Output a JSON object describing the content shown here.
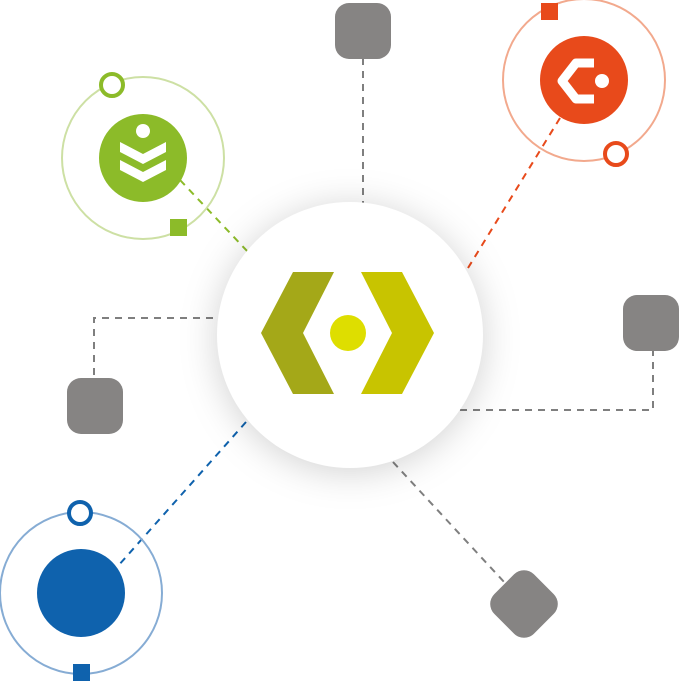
{
  "colors": {
    "background": "#ffffff",
    "connector_gray": "#7f7f7f",
    "node_gray": "#868483",
    "hub_fill": "#ffffff",
    "hub_left_chevron": "#a4a818",
    "hub_right_chevron": "#c8c400",
    "hub_dot": "#dede00",
    "green": "#8cbb29",
    "green_ring": "#cde0a4",
    "orange": "#e84a1b",
    "orange_ring": "#f2a98d",
    "blue": "#0f62ad",
    "blue_ring": "#86acd4"
  },
  "hub": {
    "icon": "code-brackets-icon"
  },
  "satellites": [
    {
      "id": "green",
      "icon": "chevron-stack-icon",
      "color_key": "green"
    },
    {
      "id": "orange",
      "icon": "c-logo-icon",
      "color_key": "orange"
    },
    {
      "id": "blue",
      "icon": "circle-icon",
      "color_key": "blue"
    }
  ],
  "gray_nodes": [
    "top",
    "right",
    "left",
    "bottom-right"
  ]
}
